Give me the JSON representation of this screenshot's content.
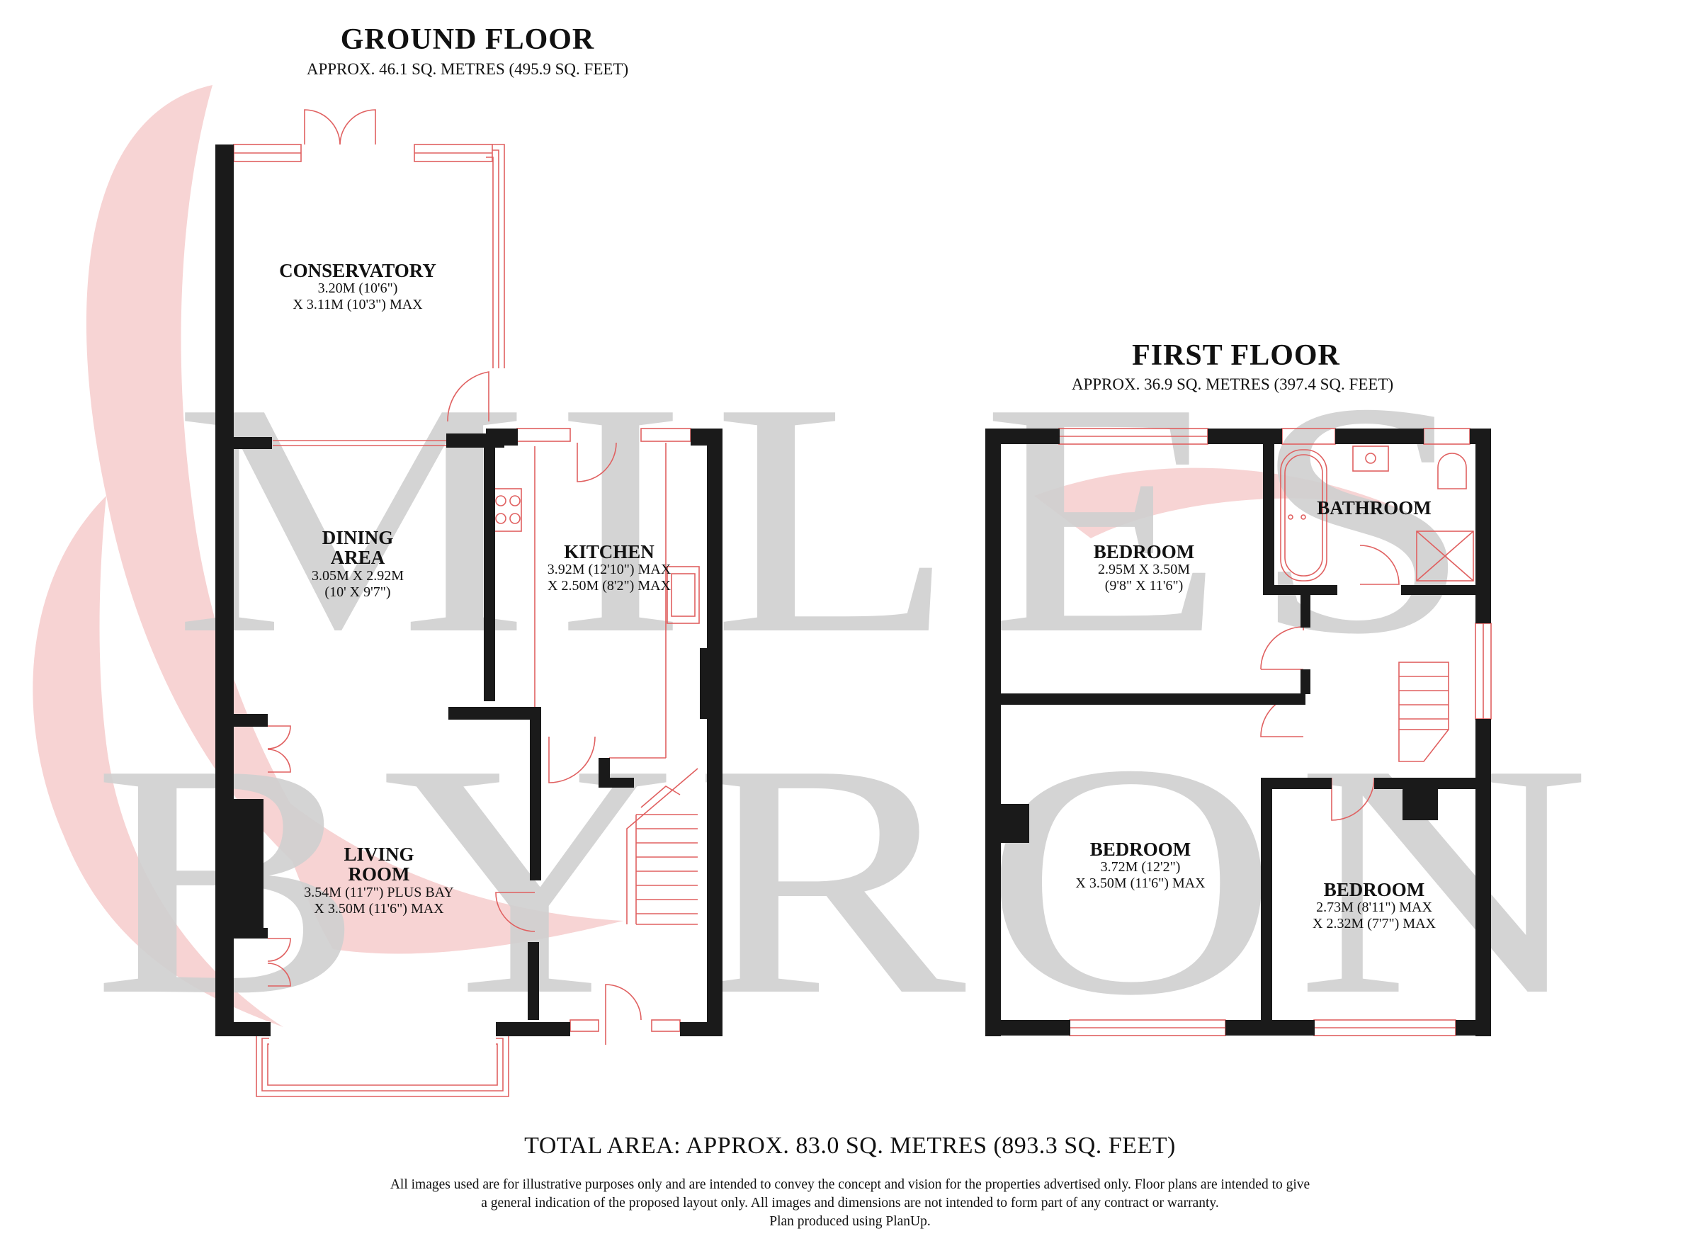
{
  "watermark": {
    "line1": "MILES",
    "line2": "BYRON",
    "text_color": "#d0d0d0",
    "swoosh_color": "#f6cccc"
  },
  "colors": {
    "wall": "#1a1a1a",
    "fixture_line": "#e06060",
    "text": "#111111"
  },
  "ground_floor": {
    "title": "GROUND FLOOR",
    "area": "APPROX. 46.1 SQ. METRES (495.9 SQ. FEET)",
    "rooms": [
      {
        "name": "CONSERVATORY",
        "dim1": "3.20M (10'6\")",
        "dim2": "X 3.11M (10'3\") MAX"
      },
      {
        "name": "DINING",
        "name2": "AREA",
        "dim1": "3.05M X 2.92M",
        "dim2": "(10' X 9'7\")"
      },
      {
        "name": "KITCHEN",
        "dim1": "3.92M (12'10\") MAX",
        "dim2": "X 2.50M (8'2\") MAX"
      },
      {
        "name": "LIVING",
        "name2": "ROOM",
        "dim1": "3.54M (11'7\") PLUS BAY",
        "dim2": "X 3.50M (11'6\") MAX"
      }
    ]
  },
  "first_floor": {
    "title": "FIRST FLOOR",
    "area": "APPROX. 36.9 SQ. METRES (397.4 SQ. FEET)",
    "rooms": [
      {
        "name": "BEDROOM",
        "dim1": "2.95M X 3.50M",
        "dim2": "(9'8\" X 11'6\")"
      },
      {
        "name": "BATHROOM"
      },
      {
        "name": "BEDROOM",
        "dim1": "3.72M (12'2\")",
        "dim2": "X 3.50M (11'6\") MAX"
      },
      {
        "name": "BEDROOM",
        "dim1": "2.73M (8'11\") MAX",
        "dim2": "X 2.32M (7'7\") MAX"
      }
    ]
  },
  "total_area": "TOTAL AREA: APPROX. 83.0 SQ. METRES (893.3 SQ. FEET)",
  "disclaimer": {
    "line1": "All images used are for illustrative purposes only and are intended to convey the concept and vision for the properties advertised only. Floor plans are intended to give",
    "line2": "a general indication of the proposed layout only. All images and dimensions are not intended to form part of any contract or warranty.",
    "line3": "Plan produced using PlanUp."
  }
}
